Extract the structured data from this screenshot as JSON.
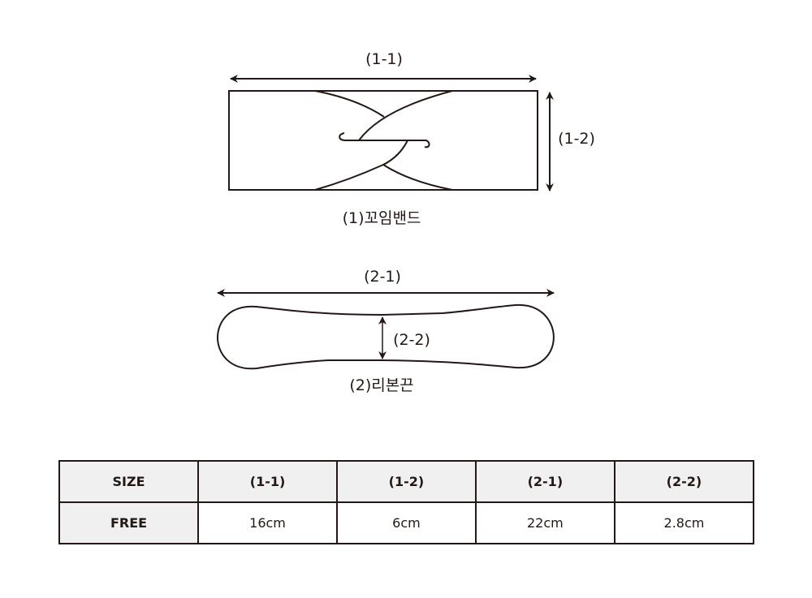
{
  "diagram": {
    "twist_band": {
      "label": "(1)꼬임밴드",
      "width_label": "(1-1)",
      "height_label": "(1-2)"
    },
    "ribbon_strap": {
      "label": "(2)리본끈",
      "length_label": "(2-1)",
      "width_label": "(2-2)"
    }
  },
  "size_table": {
    "headers": [
      "SIZE",
      "(1-1)",
      "(1-2)",
      "(2-1)",
      "(2-2)"
    ],
    "rows": [
      [
        "FREE",
        "16cm",
        "6cm",
        "22cm",
        "2.8cm"
      ]
    ]
  }
}
